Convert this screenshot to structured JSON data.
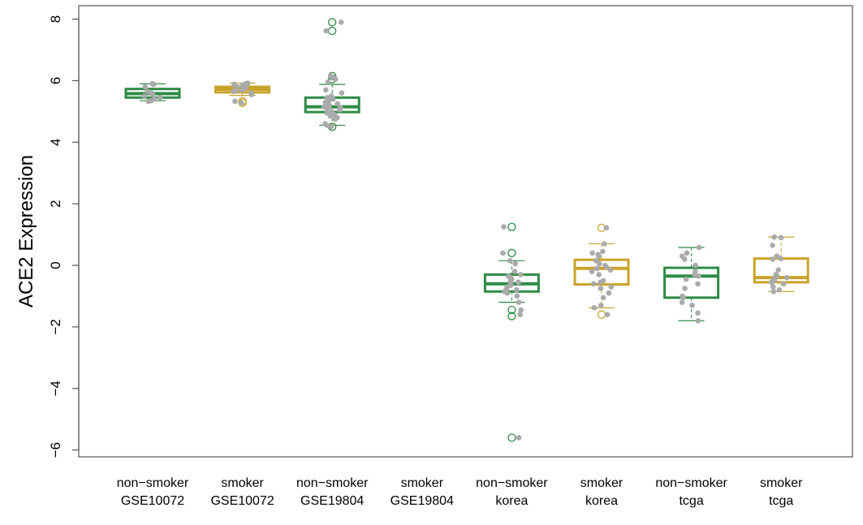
{
  "chart_data": {
    "type": "box",
    "title": "",
    "xlabel": "",
    "ylabel": "ACE2 Expression",
    "ylim": [
      -6.3,
      8.45
    ],
    "yticks": [
      -6,
      -4,
      -2,
      0,
      2,
      4,
      6,
      8
    ],
    "ytick_labels": [
      "−6",
      "−4",
      "−2",
      "0",
      "2",
      "4",
      "6",
      "8"
    ],
    "colors": {
      "non-smoker": "#2e8b45",
      "smoker": "#c9a42a",
      "points": "#aaaaaa",
      "axis": "#555555"
    },
    "groups": [
      {
        "label1": "non−smoker",
        "label2": "GSE10072",
        "status": "non-smoker",
        "box": {
          "whisker_low": 5.35,
          "q1": 5.45,
          "median": 5.58,
          "q3": 5.73,
          "whisker_high": 5.9
        },
        "outliers": [],
        "points": [
          5.9,
          5.88,
          5.8,
          5.65,
          5.6,
          5.55,
          5.5,
          5.45,
          5.4,
          5.35,
          5.33
        ]
      },
      {
        "label1": "smoker",
        "label2": "GSE10072",
        "status": "smoker",
        "box": {
          "whisker_low": 5.52,
          "q1": 5.62,
          "median": 5.72,
          "q3": 5.8,
          "whisker_high": 5.92
        },
        "outliers": [
          5.33,
          5.28
        ],
        "points": [
          5.92,
          5.9,
          5.88,
          5.85,
          5.8,
          5.78,
          5.75,
          5.72,
          5.7,
          5.68,
          5.65,
          5.6,
          5.55,
          5.33,
          5.28
        ]
      },
      {
        "label1": "non−smoker",
        "label2": "GSE19804",
        "status": "non-smoker",
        "box": {
          "whisker_low": 4.55,
          "q1": 4.98,
          "median": 5.15,
          "q3": 5.45,
          "whisker_high": 5.88
        },
        "outliers": [
          7.9,
          7.62,
          6.15,
          6.05,
          4.5
        ],
        "points": [
          7.9,
          7.62,
          6.15,
          6.12,
          6.05,
          5.95,
          5.7,
          5.6,
          5.5,
          5.45,
          5.4,
          5.35,
          5.3,
          5.25,
          5.2,
          5.18,
          5.15,
          5.12,
          5.1,
          5.05,
          5.0,
          4.95,
          4.9,
          4.85,
          4.8,
          4.75,
          4.6,
          4.55,
          4.5
        ]
      },
      {
        "label1": "smoker",
        "label2": "GSE19804",
        "status": "smoker",
        "box": null,
        "outliers": [],
        "points": []
      },
      {
        "label1": "non−smoker",
        "label2": "korea",
        "status": "non-smoker",
        "box": {
          "whisker_low": -1.2,
          "q1": -0.85,
          "median": -0.6,
          "q3": -0.3,
          "whisker_high": 0.15
        },
        "outliers": [
          1.25,
          0.4,
          -1.45,
          -1.65,
          -5.6
        ],
        "points": [
          1.25,
          0.4,
          0.15,
          0.05,
          -0.2,
          -0.3,
          -0.35,
          -0.4,
          -0.45,
          -0.5,
          -0.55,
          -0.6,
          -0.65,
          -0.7,
          -0.75,
          -0.8,
          -0.85,
          -0.9,
          -1.0,
          -1.2,
          -1.45,
          -1.6,
          -5.6
        ]
      },
      {
        "label1": "smoker",
        "label2": "korea",
        "status": "smoker",
        "box": {
          "whisker_low": -1.38,
          "q1": -0.62,
          "median": -0.1,
          "q3": 0.18,
          "whisker_high": 0.7
        },
        "outliers": [
          1.22,
          -1.6
        ],
        "points": [
          1.22,
          0.7,
          0.45,
          0.4,
          0.35,
          0.3,
          0.15,
          0.05,
          0.0,
          -0.05,
          -0.1,
          -0.15,
          -0.2,
          -0.3,
          -0.5,
          -0.55,
          -0.6,
          -0.7,
          -0.75,
          -0.9,
          -1.05,
          -1.3,
          -1.38,
          -1.6
        ]
      },
      {
        "label1": "non−smoker",
        "label2": "tcga",
        "status": "non-smoker",
        "box": {
          "whisker_low": -1.8,
          "q1": -1.05,
          "median": -0.35,
          "q3": -0.08,
          "whisker_high": 0.58
        },
        "outliers": [],
        "points": [
          0.58,
          0.4,
          0.3,
          0.2,
          0.0,
          -0.2,
          -0.3,
          -0.35,
          -0.45,
          -0.6,
          -0.75,
          -1.0,
          -1.05,
          -1.2,
          -1.3,
          -1.55,
          -1.8
        ]
      },
      {
        "label1": "smoker",
        "label2": "tcga",
        "status": "smoker",
        "box": {
          "whisker_low": -0.85,
          "q1": -0.55,
          "median": -0.4,
          "q3": 0.22,
          "whisker_high": 0.92
        },
        "outliers": [],
        "points": [
          0.92,
          0.9,
          0.65,
          0.3,
          0.22,
          0.2,
          -0.15,
          -0.3,
          -0.35,
          -0.4,
          -0.45,
          -0.5,
          -0.55,
          -0.6,
          -0.7,
          -0.8,
          -0.85
        ]
      }
    ]
  }
}
